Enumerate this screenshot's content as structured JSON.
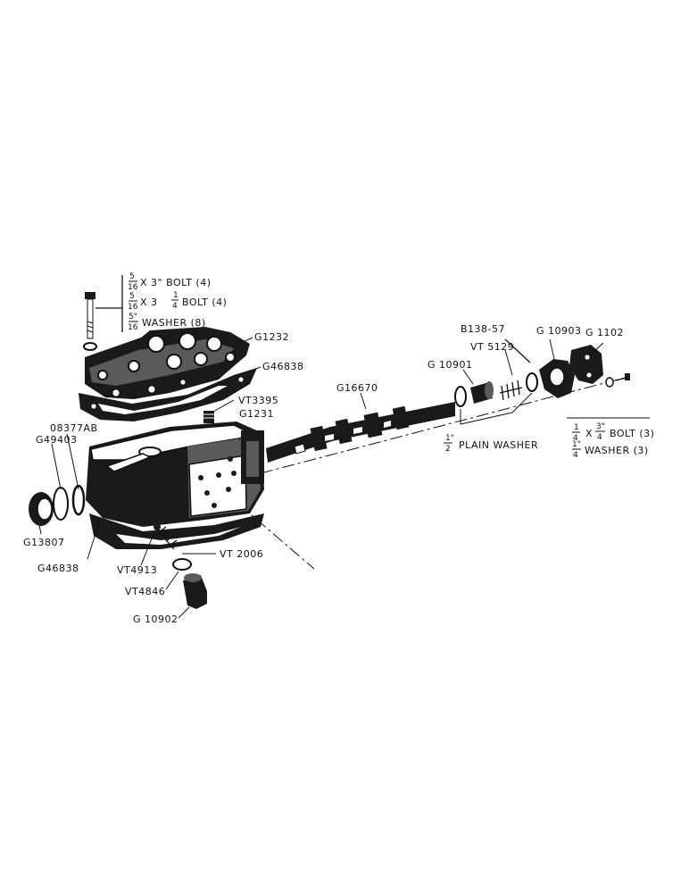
{
  "labels": {
    "bolt_a": "X 3\" BOLT (4)",
    "bolt_a_num": "5",
    "bolt_a_den": "16",
    "bolt_b": "X 3",
    "bolt_b_num": "5",
    "bolt_b_den": "16",
    "bolt_b_fnum": "1",
    "bolt_b_fden": "4",
    "bolt_b_tail": "BOLT (4)",
    "washer_a_num": "5\"",
    "washer_a_den": "16",
    "washer_a": "WASHER (8)",
    "g1232": "G1232",
    "g46838_top": "G46838",
    "vt3395": "VT3395",
    "g12311": "G1231",
    "b08377ab": "08377AB",
    "g49403": "G49403",
    "g13807": "G13807",
    "g46838_bottom": "G46838",
    "vt4913": "VT4913",
    "vt2006": "VT 2006",
    "vt4846": "VT4846",
    "g10902": "G 10902",
    "g16670": "G16670",
    "g10901": "G 10901",
    "vt5129": "VT 5129",
    "b138_57": "B138-57",
    "g10903": "G 10903",
    "g1102": "G 1102",
    "plain_washer_num": "1\"",
    "plain_washer_den": "2",
    "plain_washer": "PLAIN   WASHER",
    "bolt_c_num": "1",
    "bolt_c_den": "4",
    "bolt_c_x": "X",
    "bolt_c_fnum": "3\"",
    "bolt_c_fden": "4",
    "bolt_c_tail": "BOLT (3)",
    "washer_c_num": "1\"",
    "washer_c_den": "4",
    "washer_c": "WASHER (3)"
  }
}
